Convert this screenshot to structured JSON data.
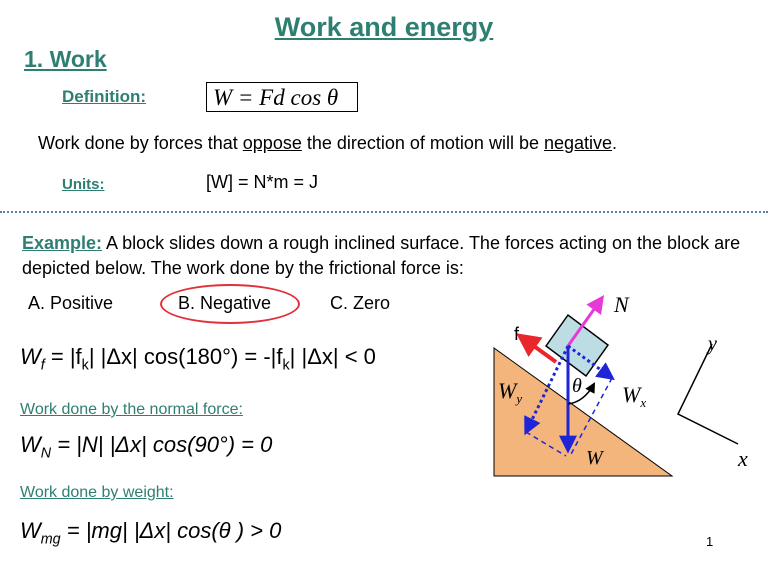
{
  "title": "Work and energy",
  "section": "1. Work",
  "definition_label": "Definition:",
  "definition_formula": "W = Fd cos θ",
  "negative_note": {
    "part1": "Work done by forces that ",
    "oppose": "oppose",
    "part2": " the direction of motion will be ",
    "negative": "negative",
    "part3": "."
  },
  "units_label": "Units:",
  "units_value": "[W] = N*m = J",
  "example": {
    "label": "Example:",
    "text": "  A block slides down a rough inclined surface. The forces acting on the block are depicted below. The work done by the frictional force is:"
  },
  "options": [
    "A. Positive",
    "B. Negative",
    "C. Zero"
  ],
  "friction_eq": {
    "w": "W",
    "sub": "f",
    "rest": " = |f",
    "ksub": "k",
    "tail": "| |Δx| cos(180°) = -|f",
    "ksub2": "k",
    "end": "| |Δx| < 0"
  },
  "normal_label": "Work done by the normal force:",
  "normal_eq": {
    "w": "W",
    "sub": "N",
    "rest": "  = |N| |Δx| cos(90°) = 0"
  },
  "weight_label": "Work done by weight:",
  "weight_eq": {
    "w": "W",
    "sub": "mg",
    "rest": "  = |mg| |Δx| cos(θ ) > 0"
  },
  "diagram": {
    "labels": {
      "f": "f",
      "N": "N",
      "Wy": "W",
      "Wy_sub": "y",
      "Wx": "W",
      "Wx_sub": "x",
      "W": "W",
      "theta": "θ",
      "y": "y",
      "x": "x"
    },
    "colors": {
      "incline": "#f3b57c",
      "block": "#bcdde3",
      "normal": "#e63ad8",
      "friction": "#e8262b",
      "weight": "#1f24d6"
    }
  },
  "page_number": "1"
}
